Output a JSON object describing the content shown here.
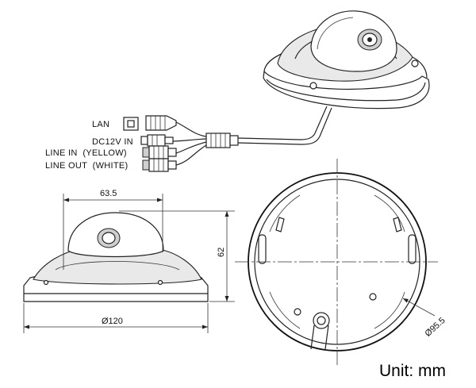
{
  "connectors": {
    "lan": "LAN",
    "dc12v_in": "DC12V IN",
    "line_in": "LINE IN  (YELLOW)",
    "line_out": "LINE OUT  (WHITE)"
  },
  "dimensions": {
    "width_top": "63.5",
    "height": "62",
    "base_diameter": "Ø120",
    "mount_diameter": "Ø95.5"
  },
  "unit_label": "Unit: mm"
}
